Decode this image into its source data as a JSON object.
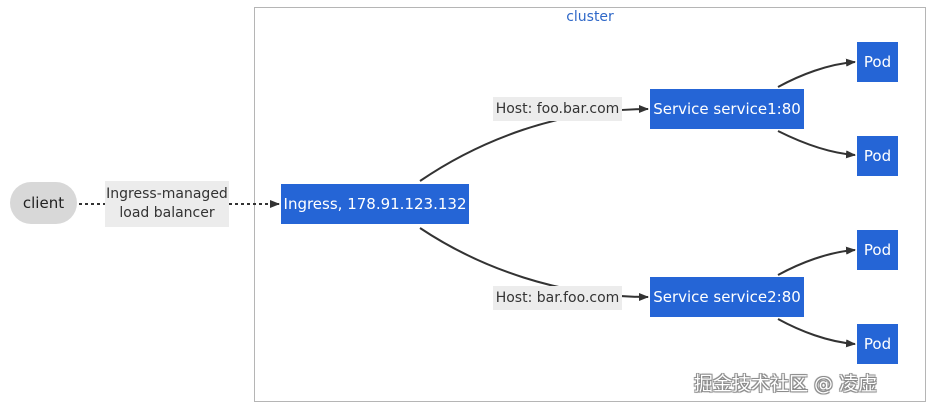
{
  "cluster": {
    "label": "cluster"
  },
  "nodes": {
    "client": "client",
    "ingress": "Ingress, 178.91.123.132",
    "service1": "Service service1:80",
    "service2": "Service service2:80",
    "pods": [
      "Pod",
      "Pod",
      "Pod",
      "Pod"
    ]
  },
  "edge_labels": {
    "load_balancer_line1": "Ingress-managed",
    "load_balancer_line2": "load balancer",
    "host1": "Host: foo.bar.com",
    "host2": "Host: bar.foo.com"
  },
  "watermark": "掘金技术社区 @ 凌虚",
  "colors": {
    "node_fill": "#2565d6",
    "node_text": "#ffffff",
    "client_fill": "#d8d8d8",
    "cluster_label": "#2f68c8",
    "edge": "#333333",
    "edge_label_bg": "#ececec"
  },
  "icons": {
    "arrowhead": "arrow-head-icon"
  }
}
